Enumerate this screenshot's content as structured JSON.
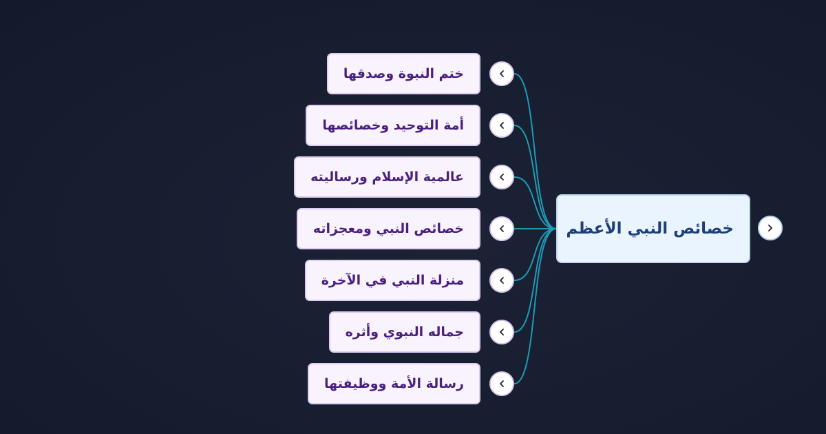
{
  "root": {
    "label": "خصائص النبي الأعظم",
    "toggle_icon": "chevron-right-icon"
  },
  "children": [
    {
      "label": "ختم النبوة وصدقها",
      "toggle_icon": "chevron-left-icon"
    },
    {
      "label": "أمة التوحيد وخصائصها",
      "toggle_icon": "chevron-left-icon"
    },
    {
      "label": "عالمية الإسلام ورساليته",
      "toggle_icon": "chevron-left-icon"
    },
    {
      "label": "خصائص النبي ومعجزاته",
      "toggle_icon": "chevron-left-icon"
    },
    {
      "label": "منزلة النبي في الآخرة",
      "toggle_icon": "chevron-left-icon"
    },
    {
      "label": "جماله النبوي وأثره",
      "toggle_icon": "chevron-left-icon"
    },
    {
      "label": "رسالة الأمة ووظيفتها",
      "toggle_icon": "chevron-left-icon"
    }
  ],
  "colors": {
    "background": "#171e30",
    "connector": "#1f9bb5",
    "root_fill": "#eaf4ff",
    "root_border": "#b9d6f3",
    "root_text": "#1f3f7a",
    "child_fill": "#f8f3fd",
    "child_border": "#dccbf2",
    "child_text": "#4b1f80"
  }
}
